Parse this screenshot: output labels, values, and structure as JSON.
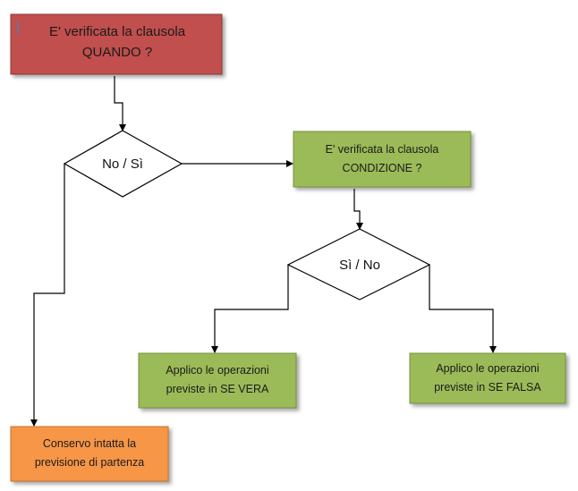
{
  "nodes": {
    "quando": {
      "line1": "E' verificata la clausola",
      "line2": "QUANDO ?",
      "color": "#c0504d"
    },
    "decision_quando": {
      "label": "No / Sì"
    },
    "condizione": {
      "line1": "E' verificata la clausola",
      "line2": "CONDIZIONE ?",
      "color": "#9bbb59"
    },
    "decision_condizione": {
      "label": "Sì / No"
    },
    "se_vera": {
      "line1": "Applico le operazioni",
      "line2": "previste in SE VERA",
      "color": "#9bbb59"
    },
    "se_falsa": {
      "line1": "Applico le operazioni",
      "line2": "previste in SE FALSA",
      "color": "#9bbb59"
    },
    "conservo": {
      "line1": "Conservo intatta la",
      "line2": "previsione di partenza",
      "color": "#f79646"
    }
  }
}
